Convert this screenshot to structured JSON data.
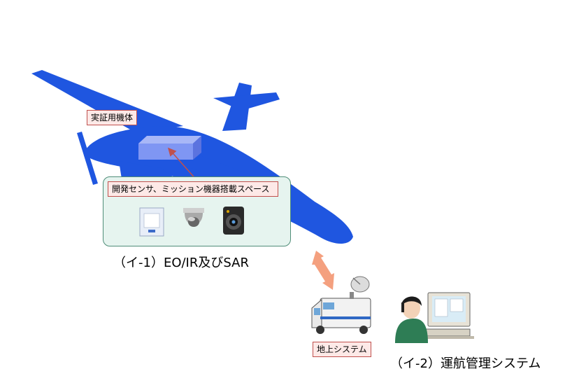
{
  "labels": {
    "aircraft": "実証用機体",
    "payload_space": "開発センサ、ミッション機器搭載スペース",
    "ground_system": "地上システム"
  },
  "captions": {
    "sensors": "（イ-1）EO/IR及びSAR",
    "operations": "（イ-2）運航管理システム"
  },
  "colors": {
    "aircraft": "#1f56e0",
    "payload_box": "#7f96f3",
    "label_fill": "#fde9e7",
    "label_border": "#c0504d",
    "panel_fill": "#e6f4ef",
    "panel_border": "#4f8d78",
    "datalink_arrow": "#f4a07f",
    "pointer_arrow": "#c0504d"
  },
  "icons": [
    "sar-antenna-icon",
    "dome-camera-icon",
    "eo-ir-turret-icon",
    "satellite-van-icon",
    "operator-workstation-icon"
  ]
}
